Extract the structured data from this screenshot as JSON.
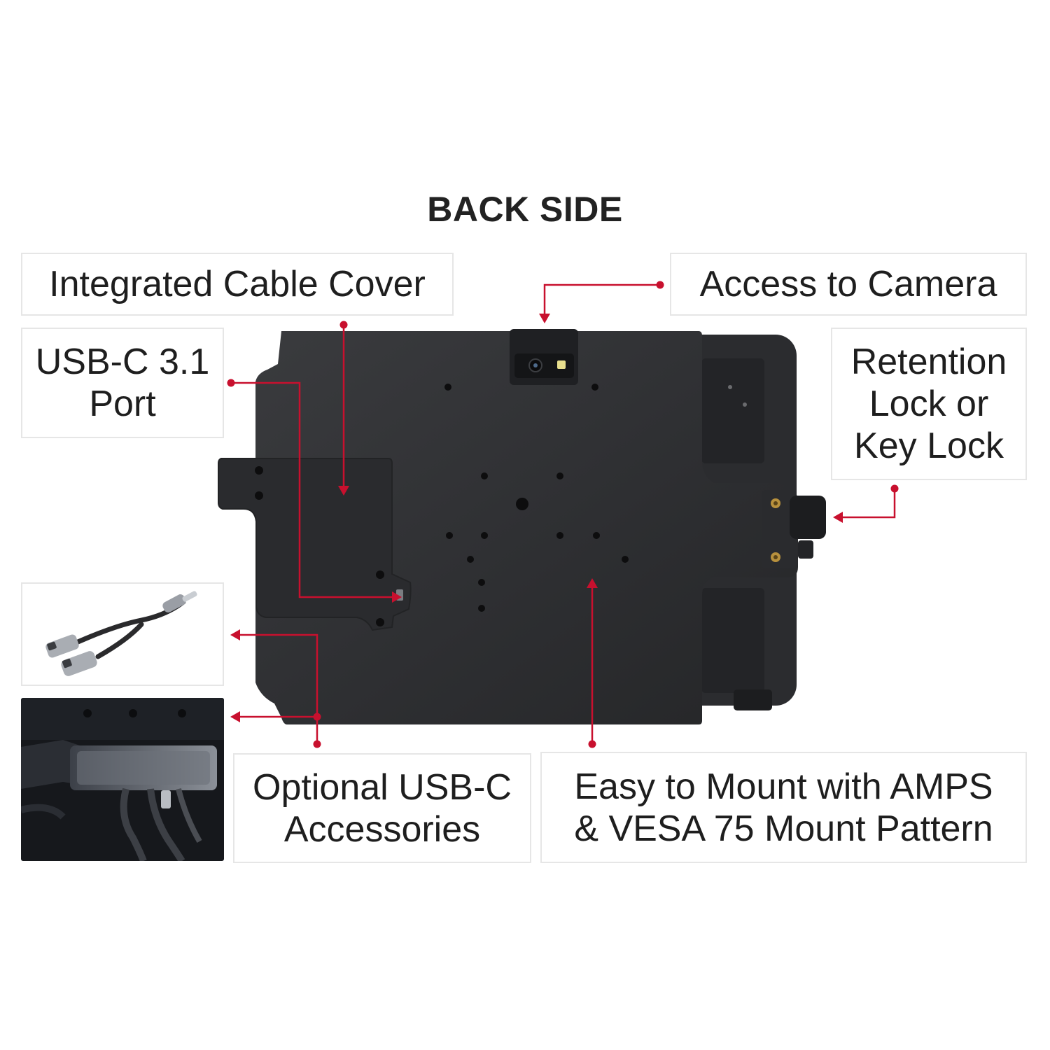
{
  "title": "BACK SIDE",
  "callouts": {
    "cable_cover": "Integrated Cable Cover",
    "camera": "Access to Camera",
    "usb_port_line1": "USB-C 3.1",
    "usb_port_line2": "Port",
    "retention_line1": "Retention",
    "retention_line2": "Lock or",
    "retention_line3": "Key Lock",
    "accessories_line1": "Optional USB-C",
    "accessories_line2": "Accessories",
    "mount_line1": "Easy to Mount with AMPS",
    "mount_line2": "& VESA 75 Mount Pattern"
  },
  "colors": {
    "accent": "#c8102e",
    "cradle": "#2f3033",
    "tablet": "#3a3b3e",
    "thumb_dark": "#16181c"
  },
  "icons": {
    "cable": "usb-c-splitter-cable-icon",
    "hub": "usb-c-hub-photo-icon"
  }
}
